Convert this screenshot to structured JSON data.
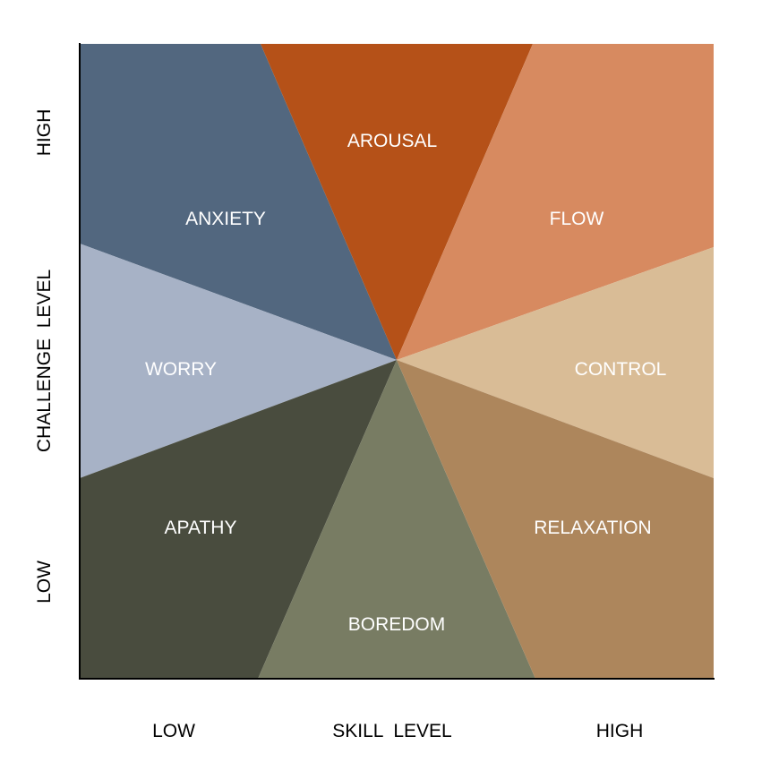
{
  "regions": [
    {
      "id": "anxiety",
      "label": "ANXIETY",
      "color": "#52677f"
    },
    {
      "id": "arousal",
      "label": "AROUSAL",
      "color": "#b55118"
    },
    {
      "id": "flow",
      "label": "FLOW",
      "color": "#d78a60"
    },
    {
      "id": "worry",
      "label": "WORRY",
      "color": "#a7b2c6"
    },
    {
      "id": "control",
      "label": "CONTROL",
      "color": "#d9bc96"
    },
    {
      "id": "apathy",
      "label": "APATHY",
      "color": "#494c3e"
    },
    {
      "id": "boredom",
      "label": "BOREDOM",
      "color": "#787c63"
    },
    {
      "id": "relaxation",
      "label": "RELAXATION",
      "color": "#ad865c"
    }
  ],
  "y_axis": {
    "title": "CHALLENGE  LEVEL",
    "high": "HIGH",
    "low": "LOW"
  },
  "x_axis": {
    "title": "SKILL  LEVEL",
    "low": "LOW",
    "high": "HIGH"
  },
  "axis_color": "#000000"
}
